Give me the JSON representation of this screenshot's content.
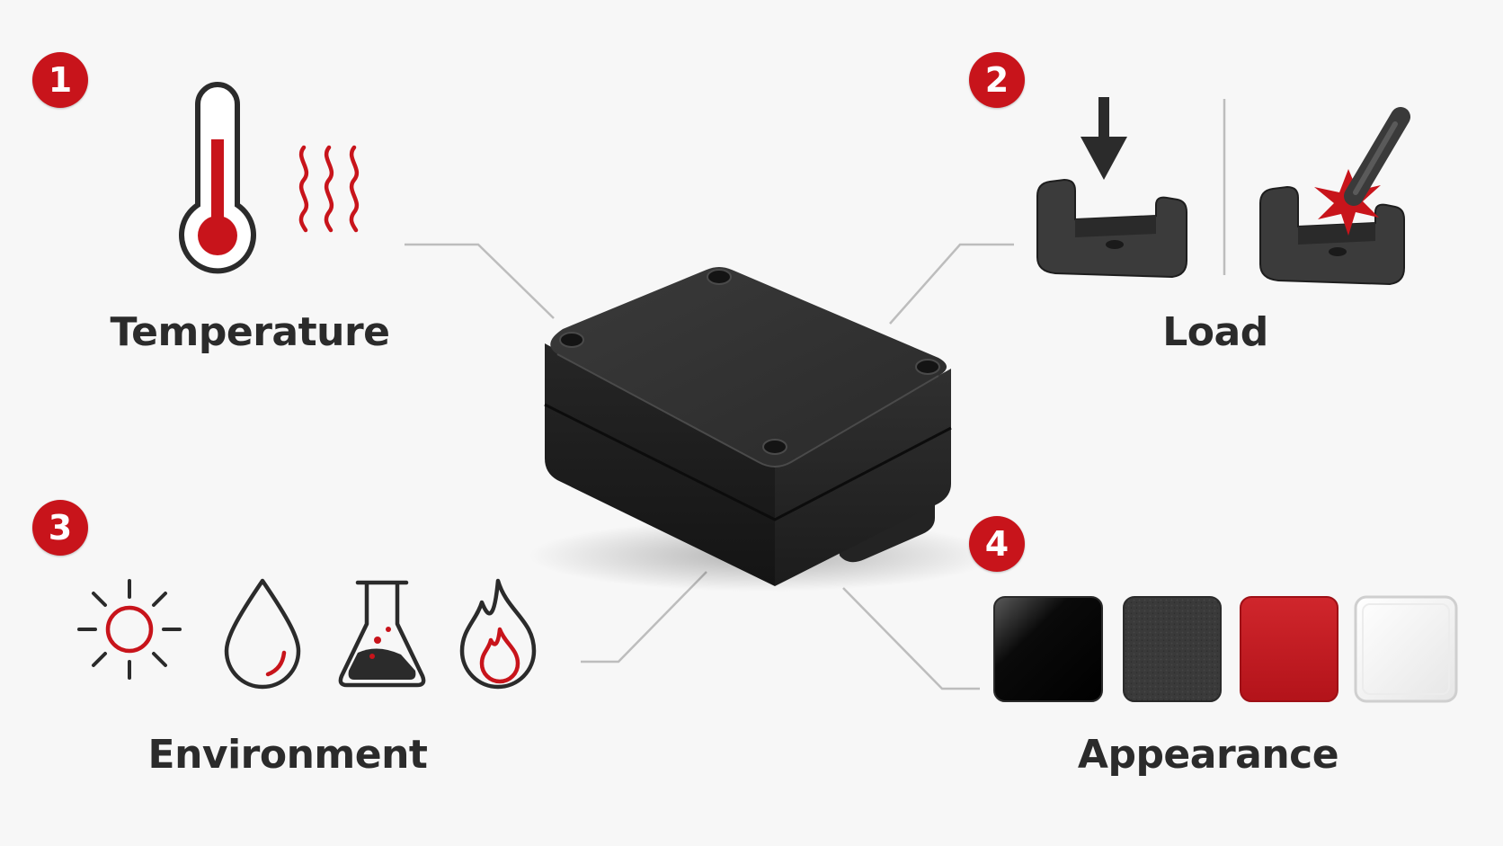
{
  "colors": {
    "accent": "#c8141b",
    "dark_icon": "#2b2b2b",
    "connector": "#bdbdbd",
    "background": "#f7f7f7"
  },
  "sections": [
    {
      "number": "1",
      "label": "Temperature",
      "icons": [
        "thermometer-icon",
        "heat-waves-icon"
      ]
    },
    {
      "number": "2",
      "label": "Load",
      "icons": [
        "downward-load-icon",
        "impact-load-icon"
      ]
    },
    {
      "number": "3",
      "label": "Environment",
      "icons": [
        "sun-uv-icon",
        "water-drop-icon",
        "chemical-flask-icon",
        "flame-icon"
      ]
    },
    {
      "number": "4",
      "label": "Appearance",
      "icons": [
        "glossy-black-swatch",
        "textured-black-swatch",
        "red-swatch",
        "clear-swatch"
      ]
    }
  ],
  "swatch_colors": [
    "#0a0a0a",
    "#3a3a3a",
    "#c8141b",
    "#f2f2f2"
  ],
  "center_product": "enclosure-box"
}
